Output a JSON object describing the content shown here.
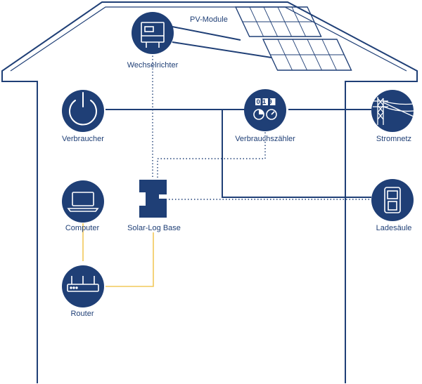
{
  "colors": {
    "navy": "#1f3f76",
    "gold": "#f2c85a",
    "white": "#ffffff"
  },
  "labels": {
    "pv_modules": "PV-Module",
    "inverter": "Wechselrichter",
    "consumer": "Verbraucher",
    "meter": "Verbrauchszähler",
    "grid": "Stromnetz",
    "computer": "Computer",
    "solarlog": "Solar-Log Base",
    "charging": "Ladesäule",
    "router": "Router"
  },
  "meter_digits": "019",
  "icons": {
    "inverter": "inverter-icon",
    "consumer": "power-icon",
    "meter": "meter-icon",
    "grid": "power-pylon-icon",
    "computer": "laptop-icon",
    "solarlog": "solarlog-device-icon",
    "charging": "charging-station-icon",
    "router": "router-icon"
  }
}
